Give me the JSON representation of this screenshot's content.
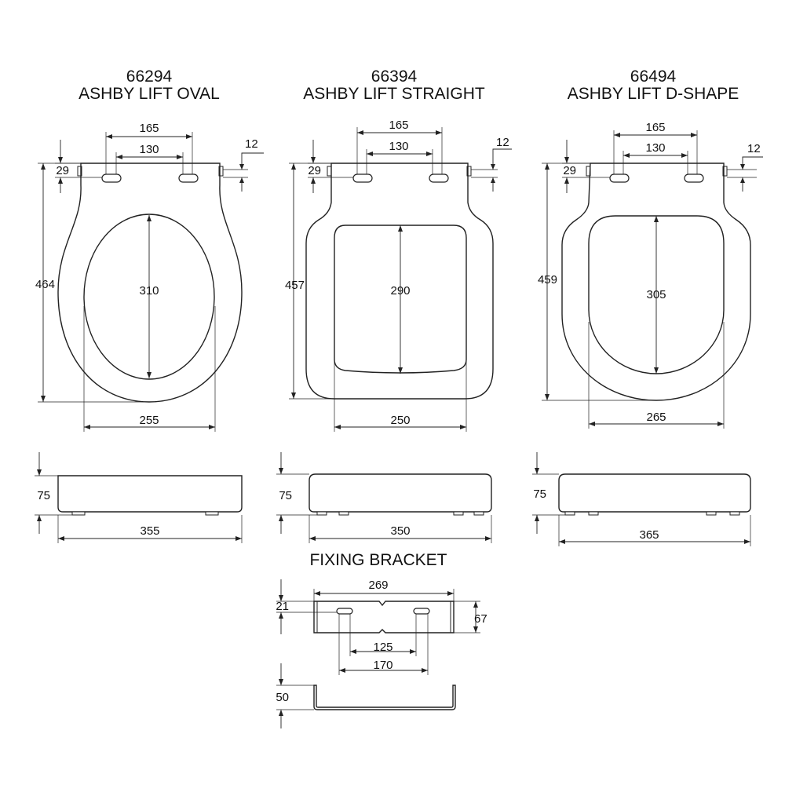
{
  "seats": [
    {
      "code": "66294",
      "name": "ASHBY LIFT OVAL",
      "dims": {
        "hinge_outer": "165",
        "hinge_inner": "130",
        "hinge_offset": "29",
        "hinge_thickness": "12",
        "overall_length": "464",
        "opening_length": "310",
        "opening_width": "255",
        "side_height": "75",
        "side_width": "355"
      }
    },
    {
      "code": "66394",
      "name": "ASHBY LIFT STRAIGHT",
      "dims": {
        "hinge_outer": "165",
        "hinge_inner": "130",
        "hinge_offset": "29",
        "hinge_thickness": "12",
        "overall_length": "457",
        "opening_length": "290",
        "opening_width": "250",
        "side_height": "75",
        "side_width": "350"
      }
    },
    {
      "code": "66494",
      "name": "ASHBY LIFT D-SHAPE",
      "dims": {
        "hinge_outer": "165",
        "hinge_inner": "130",
        "hinge_offset": "29",
        "hinge_thickness": "12",
        "overall_length": "459",
        "opening_length": "305",
        "opening_width": "265",
        "side_height": "75",
        "side_width": "365"
      }
    }
  ],
  "bracket": {
    "title": "FIXING BRACKET",
    "dims": {
      "width": "269",
      "slot_offset": "21",
      "depth": "67",
      "inner_spacing": "125",
      "outer_spacing": "170",
      "height": "50"
    }
  }
}
